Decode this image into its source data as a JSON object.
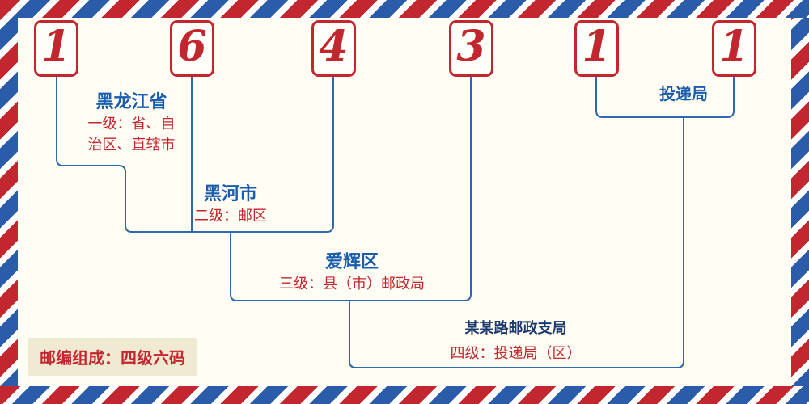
{
  "digits": [
    {
      "value": "1"
    },
    {
      "value": "6"
    },
    {
      "value": "4"
    },
    {
      "value": "3"
    },
    {
      "value": "1"
    },
    {
      "value": "1"
    }
  ],
  "labels": {
    "level1": {
      "name": "黑龙江省",
      "desc_line1": "一级：省、自",
      "desc_line2": "治区、直辖市"
    },
    "level2": {
      "name": "黑河市",
      "desc": "二级：邮区"
    },
    "level3": {
      "name": "爱辉区",
      "desc": "三级：县（市）邮政局"
    },
    "level4": {
      "name": "某某路邮政支局",
      "desc": "四级：投递局（区）"
    },
    "delivery": {
      "name": "投递局"
    }
  },
  "footer": {
    "composition_note": "邮编组成：四级六码"
  },
  "colors": {
    "red": "#c2262e",
    "stripe_blue": "#2a5caa",
    "line": "#3068b0",
    "blue": "#1a5dab",
    "navy": "#1d3a6e",
    "badge_bg": "#f1ead2",
    "bg": "#fffdf4"
  }
}
